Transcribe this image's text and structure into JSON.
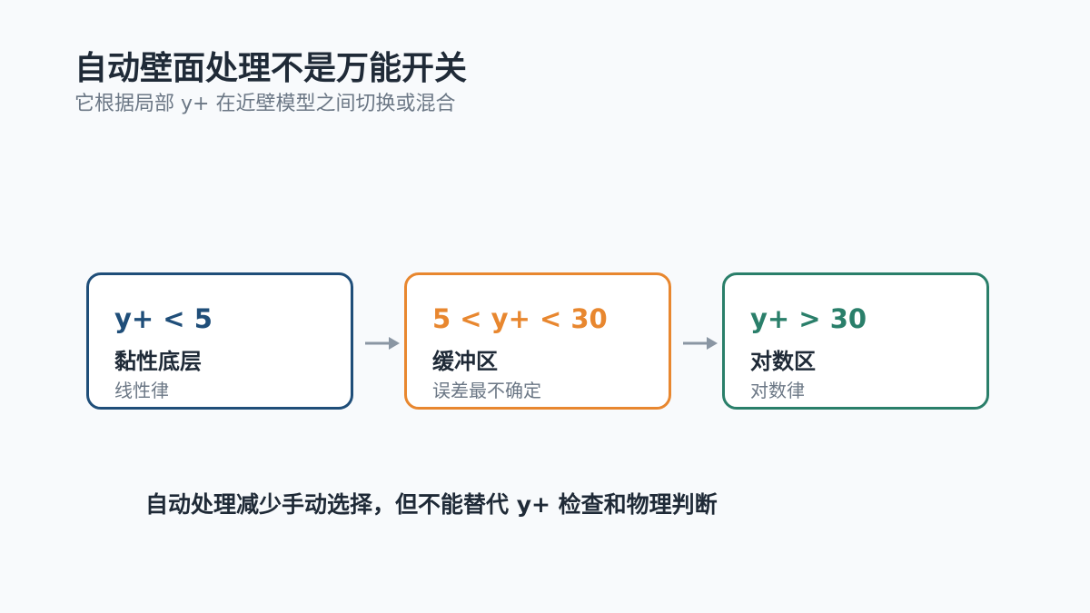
{
  "slide": {
    "title": "自动壁面处理不是万能开关",
    "subtitle": "它根据局部 y+ 在近壁模型之间切换或混合",
    "footer": "自动处理减少手动选择，但不能替代 y+ 检查和物理判断"
  },
  "regions": [
    {
      "range": "y+ < 5",
      "name": "黏性底层",
      "law": "线性律",
      "color": "#1f4e79"
    },
    {
      "range": "5 < y+ < 30",
      "name": "缓冲区",
      "law": "误差最不确定",
      "color": "#e8872f"
    },
    {
      "range": "y+ > 30",
      "name": "对数区",
      "law": "对数律",
      "color": "#2a7f6a"
    }
  ],
  "colors": {
    "arrow": "#8a96a3"
  }
}
